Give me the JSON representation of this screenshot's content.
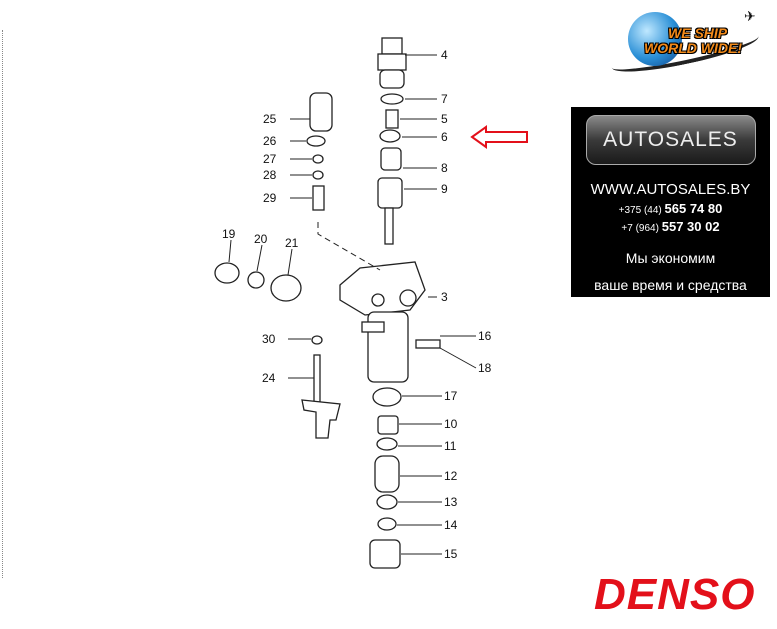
{
  "diagram": {
    "labels": {
      "p3": "3",
      "p4": "4",
      "p5": "5",
      "p6": "6",
      "p7": "7",
      "p8": "8",
      "p9": "9",
      "p10": "10",
      "p11": "11",
      "p12": "12",
      "p13": "13",
      "p14": "14",
      "p15": "15",
      "p16": "16",
      "p17": "17",
      "p18": "18",
      "p19": "19",
      "p20": "20",
      "p21": "21",
      "p24": "24",
      "p25": "25",
      "p26": "26",
      "p27": "27",
      "p28": "28",
      "p29": "29",
      "p30": "30"
    },
    "highlight_color": "#e3101a"
  },
  "ship_logo": {
    "line1": "WE SHIP",
    "line2": "WORLD WIDE!"
  },
  "ad": {
    "brand": "AUTOSALES",
    "url": "WWW.AUTOSALES.BY",
    "phones": [
      {
        "prefix": "+375 (44)",
        "number": "565 74 80"
      },
      {
        "prefix": "+7 (964)",
        "number": "557 30 02"
      }
    ],
    "slogan1": "Мы экономим",
    "slogan2": "ваше время и средства"
  },
  "brand_logo": "DENSO"
}
